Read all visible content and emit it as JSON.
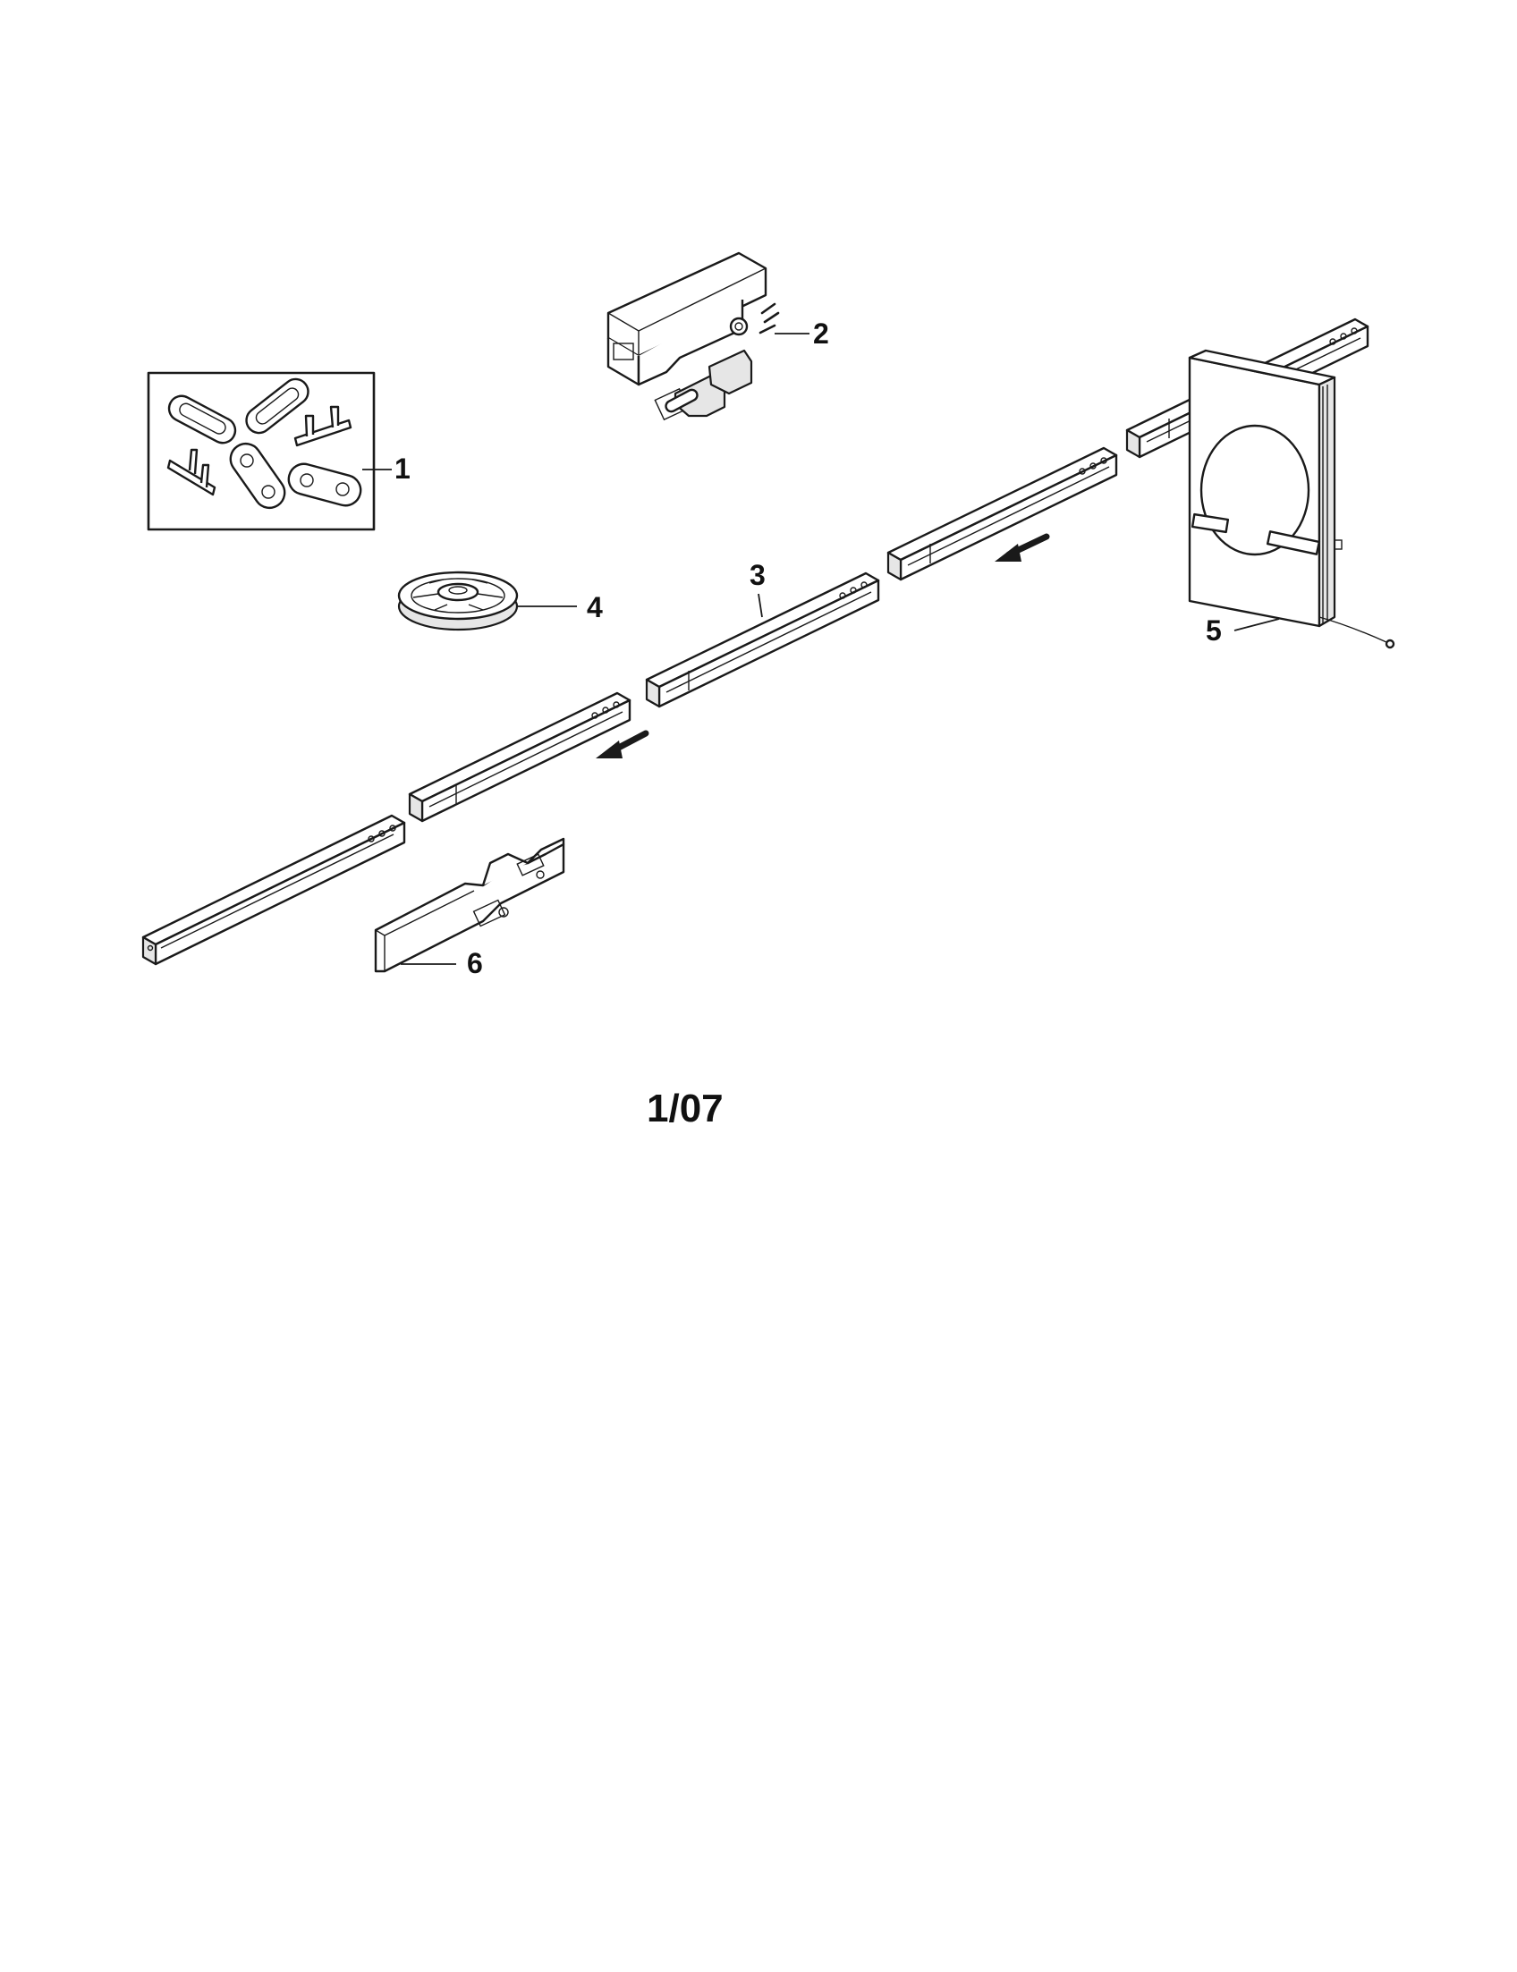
{
  "diagram": {
    "callouts": [
      {
        "id": "1",
        "label": "1"
      },
      {
        "id": "2",
        "label": "2"
      },
      {
        "id": "3",
        "label": "3"
      },
      {
        "id": "4",
        "label": "4"
      },
      {
        "id": "5",
        "label": "5"
      },
      {
        "id": "6",
        "label": "6"
      }
    ],
    "footer": "1/07"
  }
}
